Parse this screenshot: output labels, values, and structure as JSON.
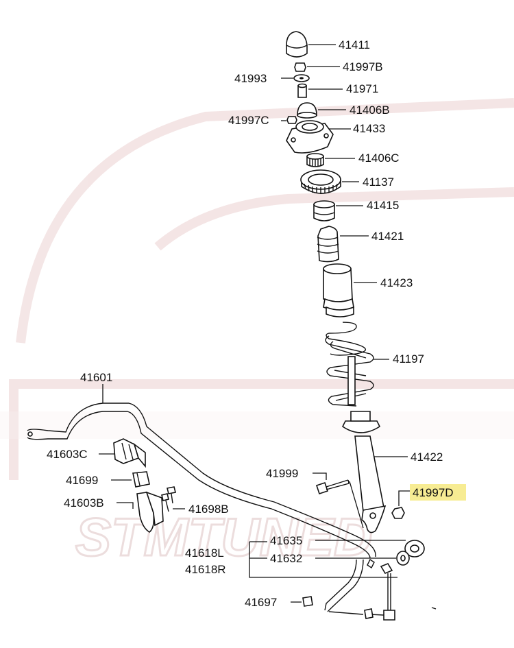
{
  "diagram": {
    "labels": {
      "p41411": "41411",
      "p41997b": "41997B",
      "p41993": "41993",
      "p41971": "41971",
      "p41406b": "41406B",
      "p41997c": "41997C",
      "p41433": "41433",
      "p41406c": "41406C",
      "p41137": "41137",
      "p41415": "41415",
      "p41421": "41421",
      "p41423": "41423",
      "p41197": "41197",
      "p41601": "41601",
      "p41603c": "41603C",
      "p41422": "41422",
      "p41999": "41999",
      "p41699": "41699",
      "p41997d": "41997D",
      "p41603b": "41603B",
      "p41698b": "41698B",
      "p41635": "41635",
      "p41618l": "41618L",
      "p41632": "41632",
      "p41618r": "41618R",
      "p41697": "41697"
    },
    "highlighted_part": "41997D",
    "highlight_color": "#f7ec93",
    "watermark_text": "STMTUNED"
  }
}
